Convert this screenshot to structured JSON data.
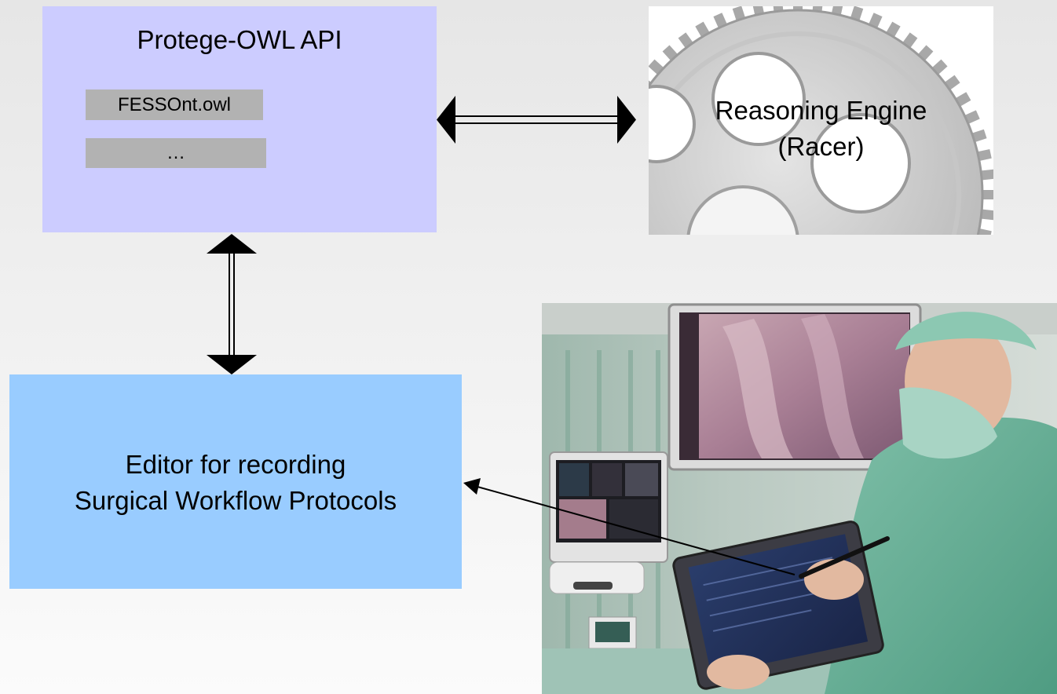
{
  "api": {
    "title": "Protege-OWL API",
    "files": [
      "FESSOnt.owl",
      "…"
    ]
  },
  "reasoner": {
    "line1": "Reasoning Engine",
    "line2": "(Racer)",
    "icon": "gear-icon"
  },
  "editor": {
    "line1": "Editor for recording",
    "line2": "Surgical Workflow Protocols"
  },
  "photo": {
    "subject": "surgeon-with-tablet-photo"
  },
  "colors": {
    "api_box": "#ccccff",
    "file_chip": "#b2b2b2",
    "editor_box": "#99ccff",
    "arrow": "#000000"
  }
}
